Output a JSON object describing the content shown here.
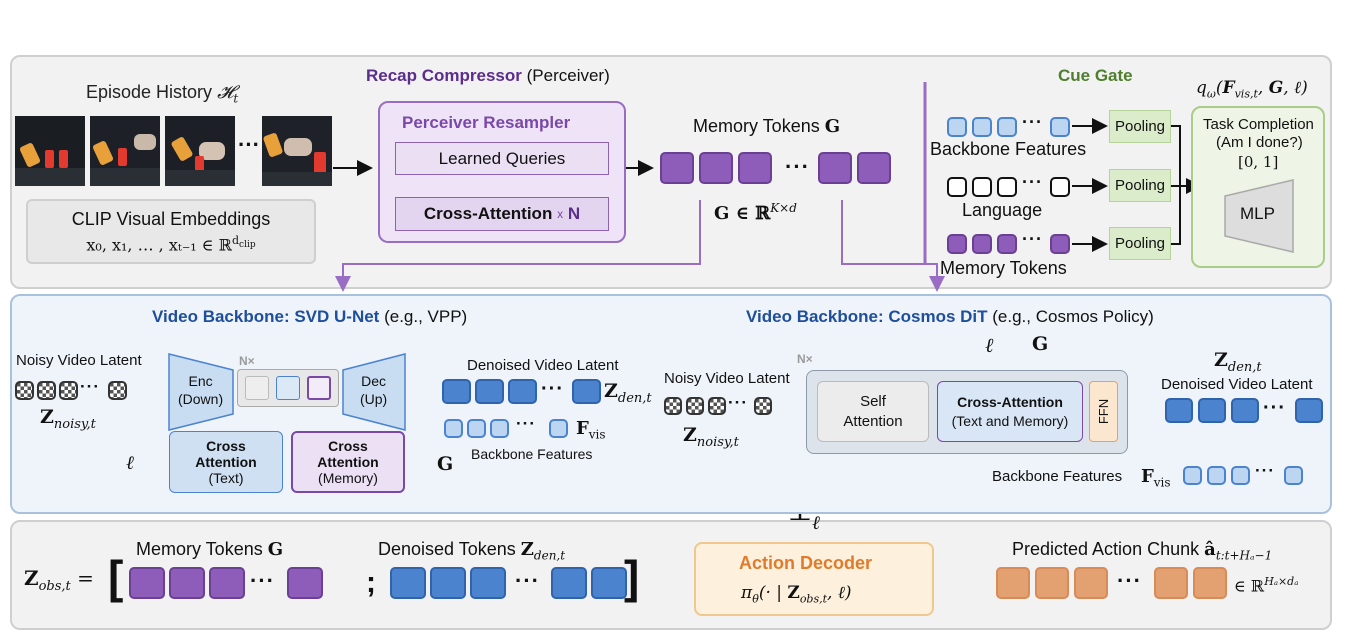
{
  "recap": {
    "title_bold": "Recap Compressor",
    "title_rest": "(Perceiver)",
    "episode_label": "Episode History",
    "episode_sym": "𝓗",
    "episode_sub": "t",
    "frames_dots": "···",
    "clip_title": "CLIP Visual Embeddings",
    "clip_formula": "x₀, x₁, … , xₜ₋₁ ∈ ℝ",
    "clip_sup": "d",
    "clip_supsub": "clip",
    "perceiver_title": "Perceiver Resampler",
    "learned_queries": "Learned Queries",
    "cross_attention": "Cross-Attention",
    "times": "x",
    "n": "N",
    "memory_tokens_label": "Memory Tokens",
    "memory_sym": "G",
    "g_formula": "G ∈ ℝ",
    "g_sup": "K×d",
    "dots": "···"
  },
  "cue": {
    "title": "Cue Gate",
    "formula": "q_ω(F_vis,t, G, ℓ)",
    "backbone_features": "Backbone Features",
    "language": "Language",
    "memory_tokens": "Memory Tokens",
    "pooling": "Pooling",
    "task_title": "Task Completion",
    "task_sub": "(Am I done?)",
    "range": "[0, 1]",
    "mlp": "MLP",
    "dots": "···"
  },
  "svd": {
    "title_bold": "Video Backbone: SVD U-Net",
    "title_rest": "(e.g., VPP)",
    "noisy_label": "Noisy Video Latent",
    "z_noisy": "Z",
    "z_noisy_sub": "noisy,t",
    "enc": "Enc",
    "enc_sub": "(Down)",
    "dec": "Dec",
    "dec_sub": "(Up)",
    "nx": "N×",
    "ca_text_title": "Cross Attention",
    "ca_text_sub": "(Text)",
    "ca_mem_title": "Cross Attention",
    "ca_mem_sub": "(Memory)",
    "ell": "ℓ",
    "g": "G",
    "denoised_label": "Denoised Video Latent",
    "z_den": "Z",
    "z_den_sub": "den,t",
    "f_vis": "F",
    "f_vis_sub": "vis",
    "backbone_features": "Backbone Features",
    "dots": "···"
  },
  "cosmos": {
    "title_bold": "Video Backbone: Cosmos DiT",
    "title_rest": "(e.g., Cosmos Policy)",
    "noisy_label": "Noisy Video Latent",
    "z_noisy": "Z",
    "z_noisy_sub": "noisy,t",
    "nx": "N×",
    "ell": "ℓ",
    "g": "G",
    "self_attention": "Self Attention",
    "ca_title": "Cross-Attention",
    "ca_sub": "(Text and Memory)",
    "ffn": "FFN",
    "z_den": "Z",
    "z_den_sub": "den,t",
    "denoised_label": "Denoised Video Latent",
    "backbone_features": "Backbone Features",
    "f_vis": "F",
    "f_vis_sub": "vis",
    "dots": "···"
  },
  "action": {
    "z_obs": "Z",
    "z_obs_sub": "obs,t",
    "eq": "=",
    "memory_tokens": "Memory Tokens",
    "memory_sym": "G",
    "denoised_tokens": "Denoised Tokens",
    "z_den": "Z",
    "z_den_sub": "den,t",
    "semicolon": ";",
    "ell": "ℓ",
    "decoder_title": "Action Decoder",
    "decoder_formula": "π_θ(· | Z_obs,t, ℓ)",
    "predicted": "Predicted Action Chunk",
    "a_hat": "â",
    "a_sub": "t:t+Hₐ−1",
    "space": "∈ ℝ",
    "space_sup": "Hₐ×dₐ",
    "dots": "···"
  },
  "colors": {
    "purple": "#8e5dba",
    "blue": "#4b83cf",
    "light_blue": "#bcd6f1",
    "orange": "#e3a071",
    "green_title": "#4f7f2e",
    "purple_title": "#5b2d8c",
    "blue_title": "#1f4e9c",
    "orange_title": "#e07b2c"
  }
}
